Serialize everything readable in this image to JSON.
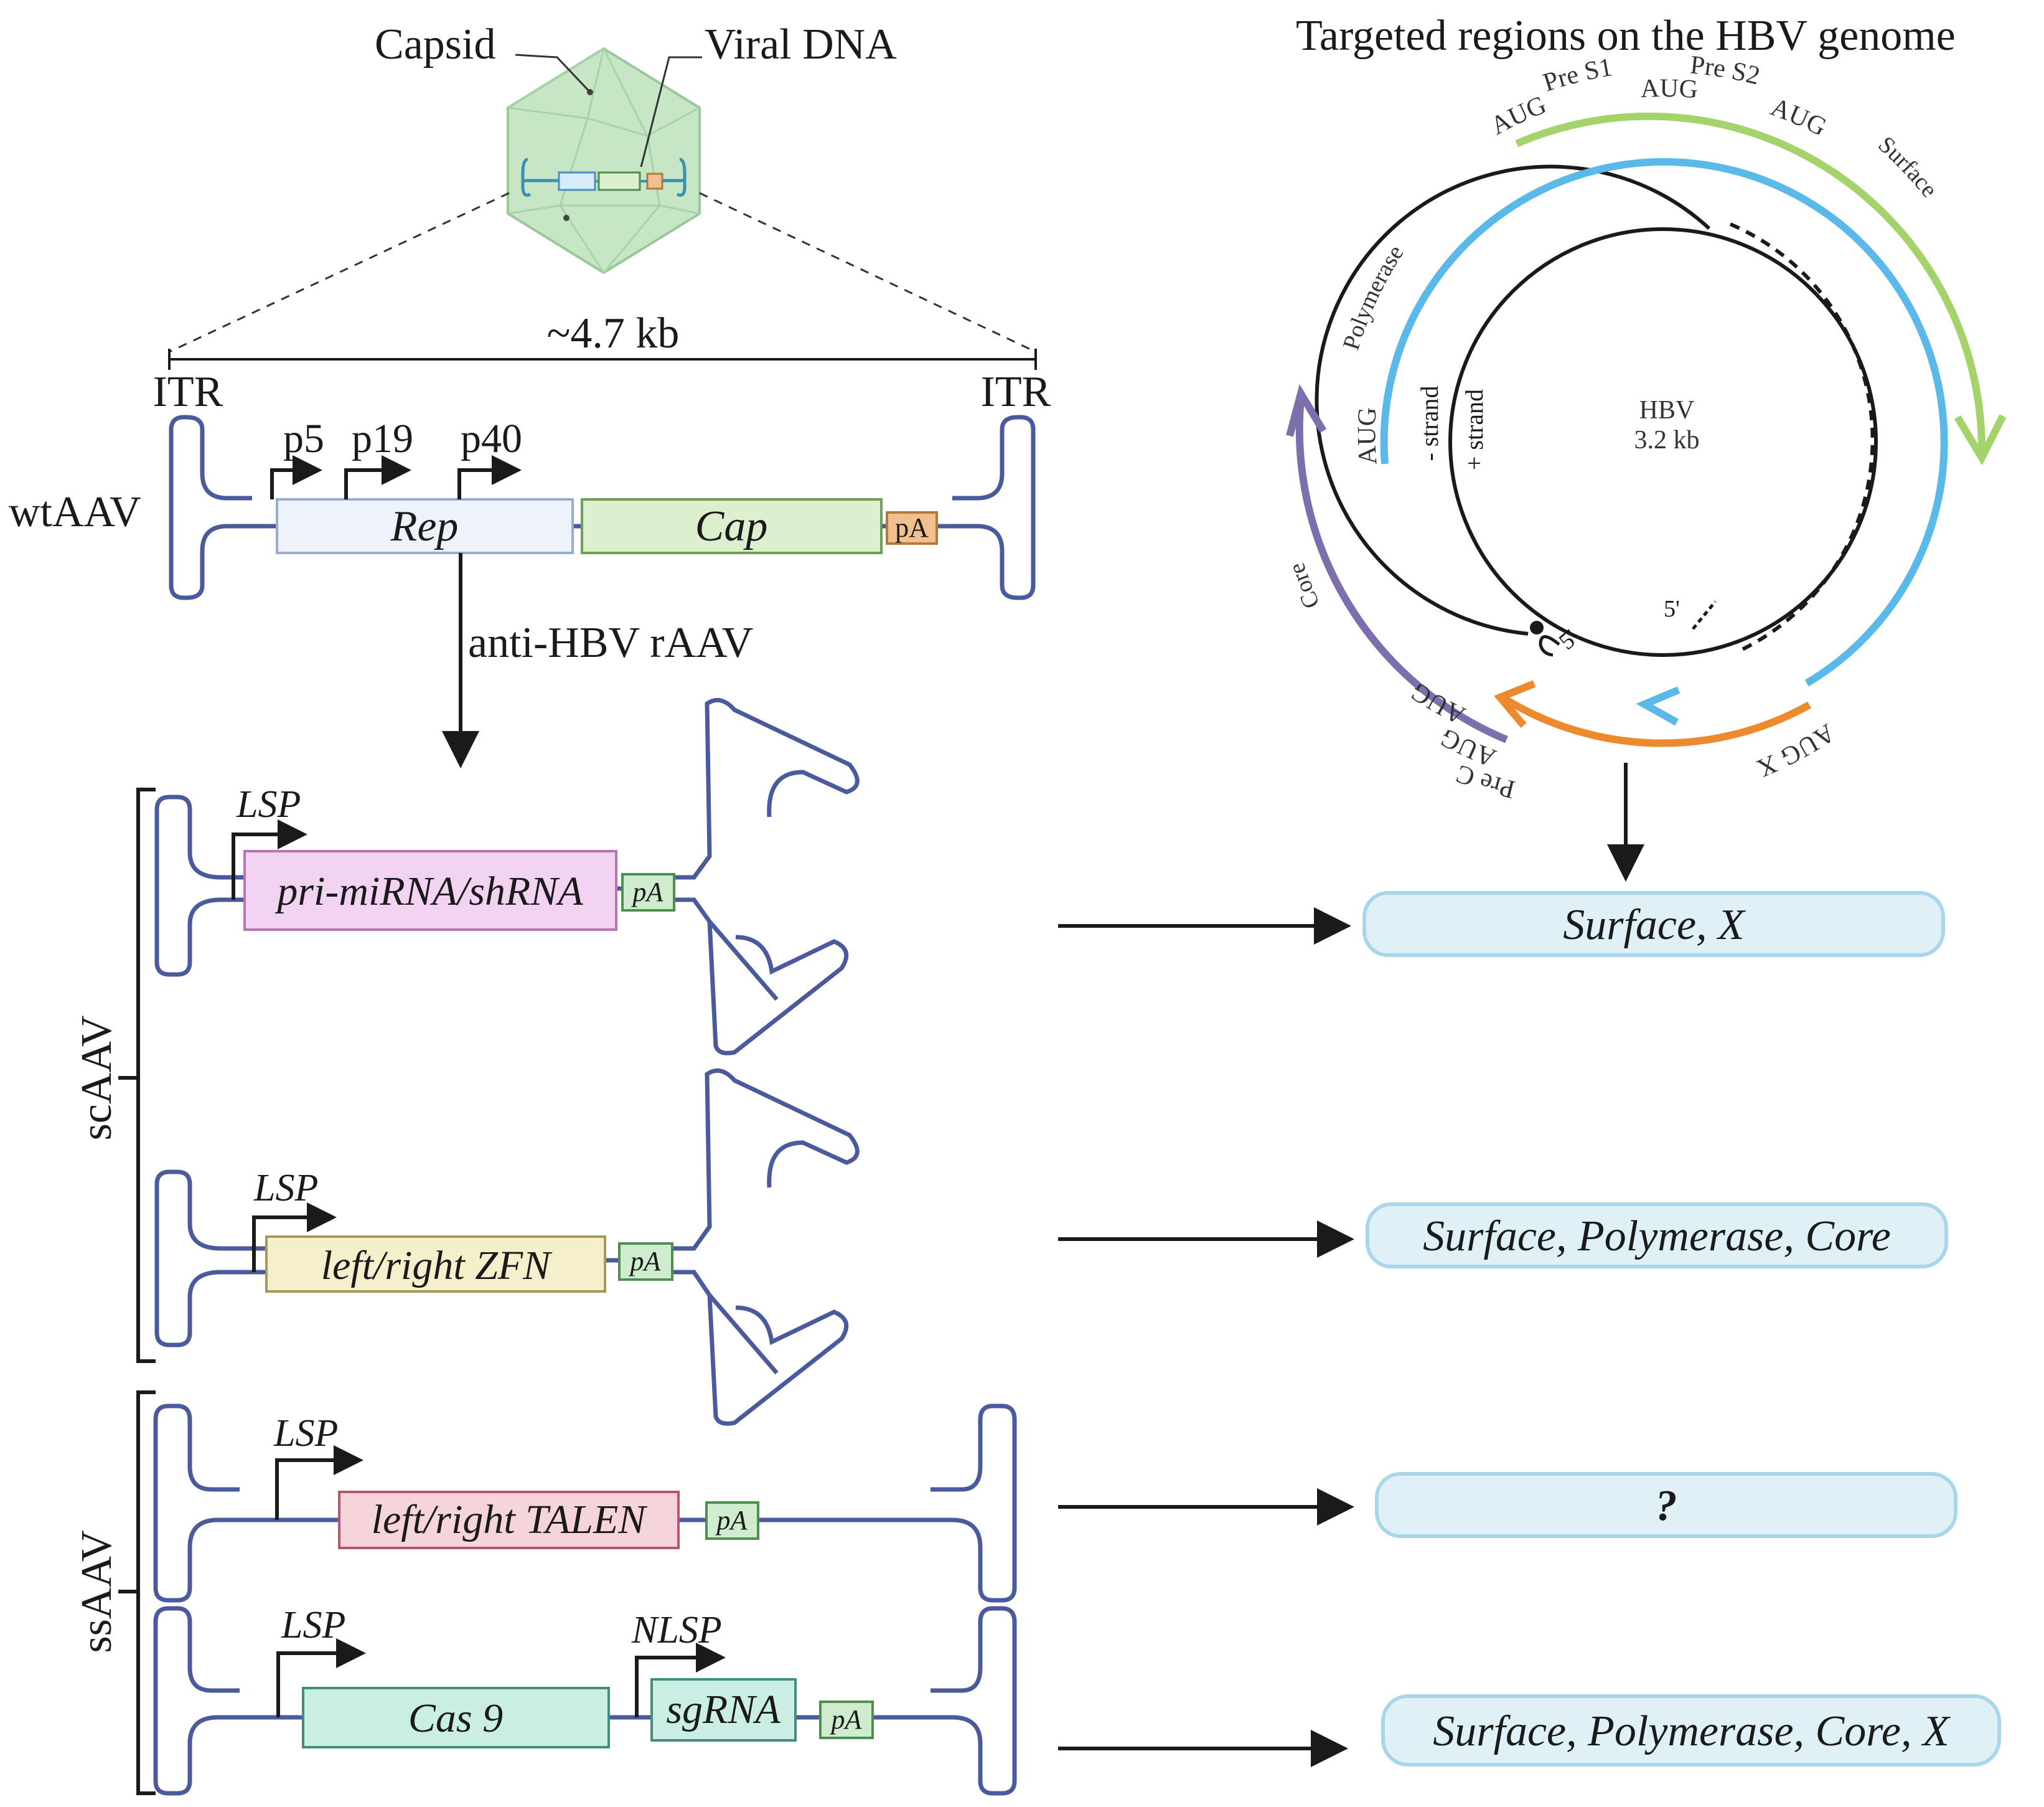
{
  "colors": {
    "backbone": "#4a5a9c",
    "black": "#1a1a1a",
    "capsid_fill": "#c6e6c6",
    "capsid_stroke": "#9bc79b",
    "rep_fill": "#eef3fb",
    "rep_stroke": "#9aaad0",
    "cap_fill": "#dcefcf",
    "cap_stroke": "#6f9f55",
    "pa_orange_fill": "#f1c08f",
    "pa_orange_stroke": "#b07a3c",
    "pa_green_fill": "#cfeccf",
    "pa_green_stroke": "#4e8e4e",
    "mirna_fill": "#f3d3f2",
    "mirna_stroke": "#b574b4",
    "zfn_fill": "#f6efcb",
    "zfn_stroke": "#a7975a",
    "talen_fill": "#f6d4dc",
    "talen_stroke": "#b7566a",
    "cas9_fill": "#cbeee4",
    "cas9_stroke": "#3f8f7a",
    "result_fill": "#dff0f6",
    "result_stroke": "#a9d6ea",
    "polymerase_arc": "#5bb9ea",
    "surface_arc": "#a3d36a",
    "x_arc": "#ee8a2e",
    "core_arc": "#7d6fae"
  },
  "capsid": {
    "label": "Capsid",
    "dna_label": "Viral DNA"
  },
  "wtaav": {
    "label": "wtAAV",
    "size": "~4.7 kb",
    "itr_left": "ITR",
    "itr_right": "ITR",
    "promoters": [
      "p5",
      "p19",
      "p40"
    ],
    "rep": "Rep",
    "cap": "Cap",
    "pa": "pA"
  },
  "arrow_label": "anti-HBV rAAV",
  "groups": {
    "sc": "scAAV",
    "ss": "ssAAV"
  },
  "constructs": {
    "mirna": {
      "promoter": "LSP",
      "gene": "pri-miRNA/shRNA",
      "pa": "pA"
    },
    "zfn": {
      "promoter": "LSP",
      "gene": "left/right ZFN",
      "pa": "pA"
    },
    "talen": {
      "promoter": "LSP",
      "gene": "left/right TALEN",
      "pa": "pA"
    },
    "cas9": {
      "promoter": "LSP",
      "gene": "Cas 9",
      "promoter2": "NLSP",
      "gene2": "sgRNA",
      "pa": "pA"
    }
  },
  "genome": {
    "title": "Targeted regions on the HBV genome",
    "center_name": "HBV",
    "center_size": "3.2 kb",
    "minus_strand": "- strand",
    "plus_strand": "+ strand",
    "five_prime_a": "5'",
    "five_prime_b": "5'",
    "labels": {
      "pre_s1": "Pre S1",
      "pre_s2": "Pre S2",
      "aug_1": "AUG",
      "aug_2": "AUG",
      "aug_3": "AUG",
      "surface": "Surface",
      "polymerase": "Polymerase",
      "aug_pol": "AUG",
      "core": "Core",
      "aug_core": "AUG",
      "aug_pre_c": "AUG",
      "pre_c": "Pre C",
      "aug_x": "AUG X"
    }
  },
  "results": [
    "Surface, X",
    "Surface, Polymerase, Core",
    "?",
    "Surface, Polymerase, Core, X"
  ]
}
